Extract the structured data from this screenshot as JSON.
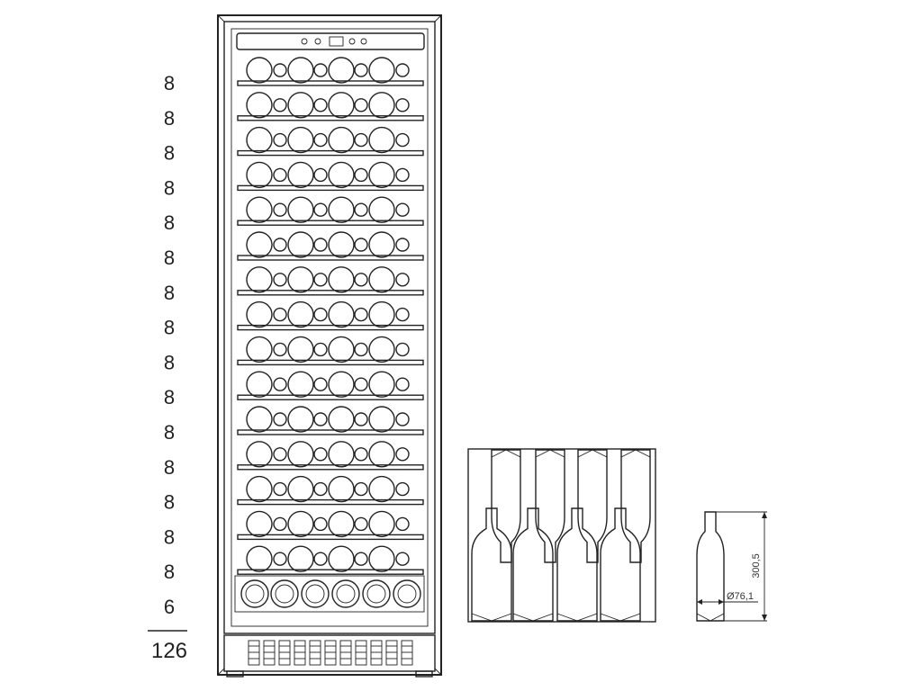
{
  "shelves": [
    {
      "count": "8",
      "type": "tray"
    },
    {
      "count": "8",
      "type": "tray"
    },
    {
      "count": "8",
      "type": "tray"
    },
    {
      "count": "8",
      "type": "tray"
    },
    {
      "count": "8",
      "type": "tray"
    },
    {
      "count": "8",
      "type": "tray"
    },
    {
      "count": "8",
      "type": "tray"
    },
    {
      "count": "8",
      "type": "tray"
    },
    {
      "count": "8",
      "type": "tray"
    },
    {
      "count": "8",
      "type": "tray"
    },
    {
      "count": "8",
      "type": "tray"
    },
    {
      "count": "8",
      "type": "tray"
    },
    {
      "count": "8",
      "type": "tray"
    },
    {
      "count": "8",
      "type": "tray"
    },
    {
      "count": "8",
      "type": "tray"
    },
    {
      "count": "6",
      "type": "bottom"
    }
  ],
  "total": "126",
  "bottle_dimensions": {
    "height": "300,5",
    "diameter": "Ø76,1"
  }
}
